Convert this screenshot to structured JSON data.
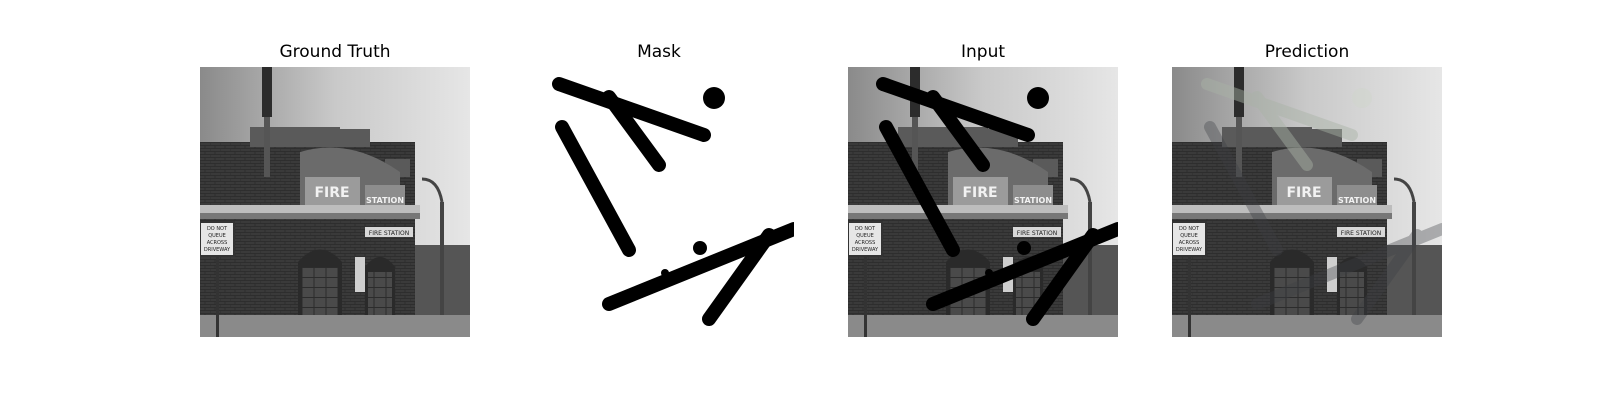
{
  "figure": {
    "panels": [
      {
        "title": "Ground Truth"
      },
      {
        "title": "Mask"
      },
      {
        "title": "Input"
      },
      {
        "title": "Prediction"
      }
    ]
  },
  "scene": {
    "building_sign": "FIRE",
    "building_sign_2": "STATION",
    "plaque_text": "FIRE STATION",
    "street_sign_lines": [
      "DO NOT",
      "QUEUE",
      "ACROSS",
      "DRIVEWAY"
    ]
  }
}
